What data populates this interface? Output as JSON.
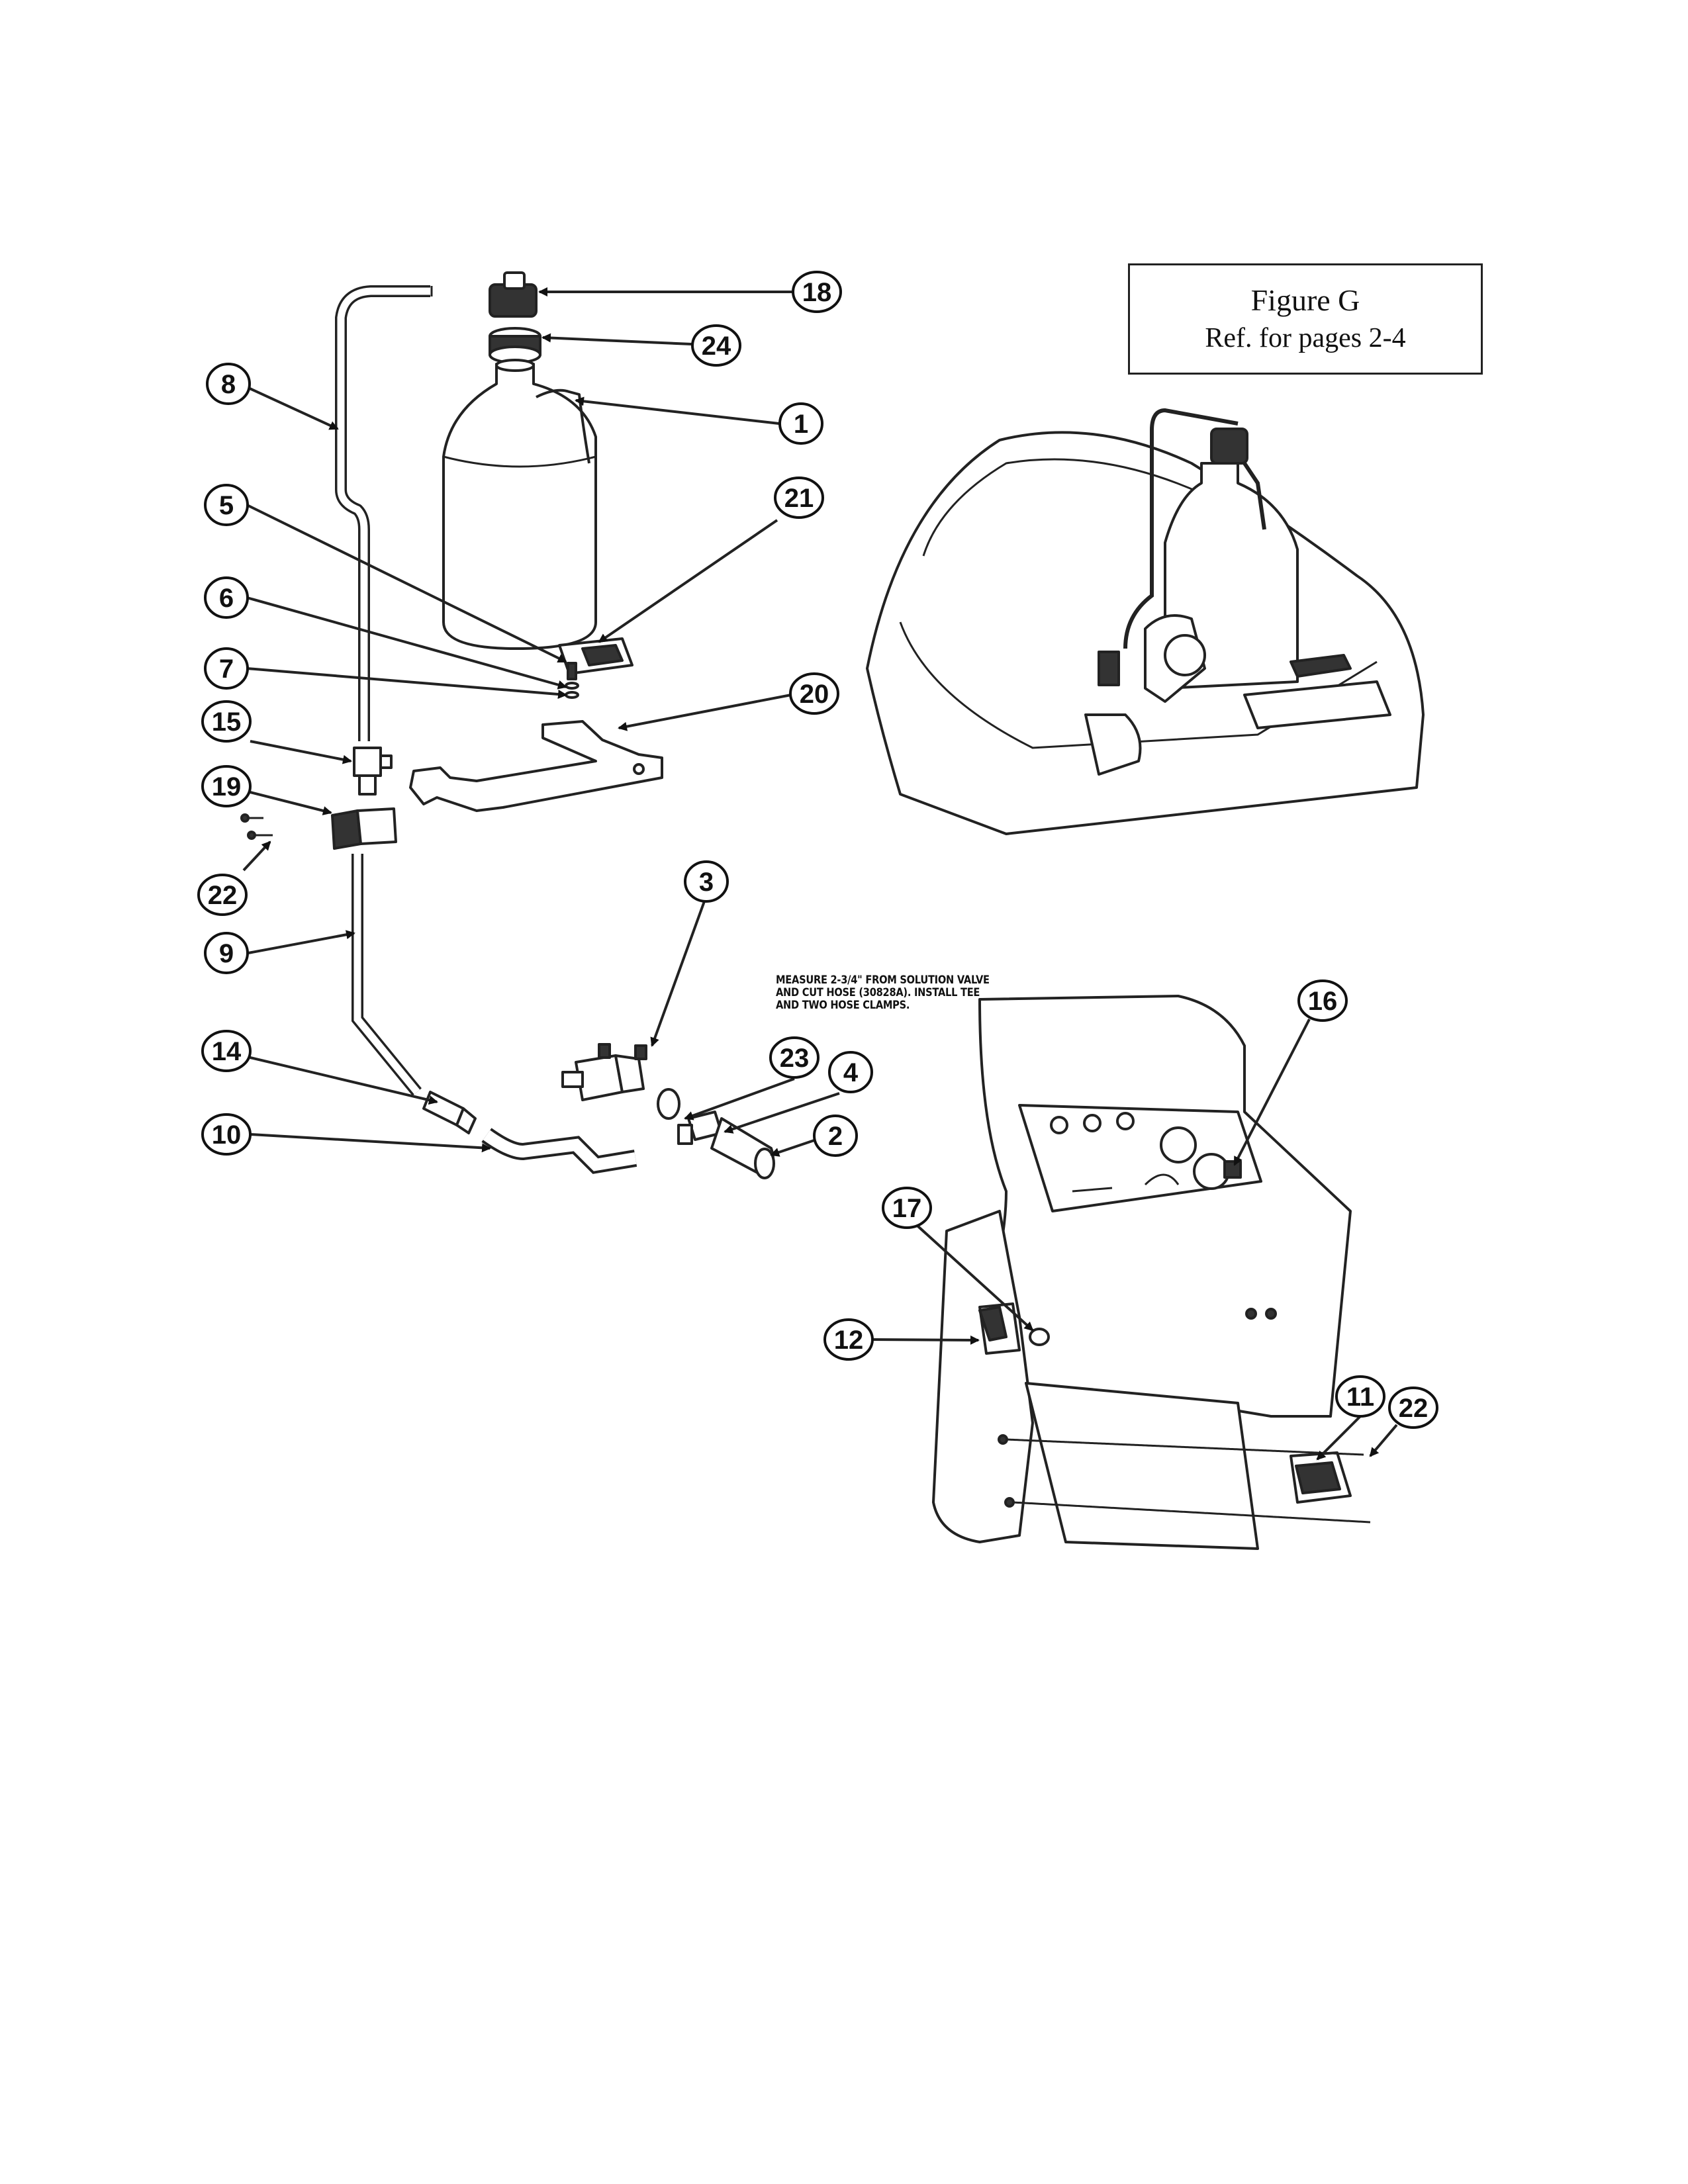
{
  "figure_title": "Figure G",
  "figure_ref": "Ref. for pages 2-4",
  "note_lines": [
    "MEASURE 2-3/4\" FROM SOLUTION VALVE",
    "AND CUT HOSE (30828A). INSTALL TEE",
    "AND TWO HOSE CLAMPS."
  ],
  "callouts": [
    {
      "label": "18"
    },
    {
      "label": "24"
    },
    {
      "label": "8"
    },
    {
      "label": "1"
    },
    {
      "label": "5"
    },
    {
      "label": "21"
    },
    {
      "label": "6"
    },
    {
      "label": "7"
    },
    {
      "label": "15"
    },
    {
      "label": "20"
    },
    {
      "label": "19"
    },
    {
      "label": "22"
    },
    {
      "label": "9"
    },
    {
      "label": "3"
    },
    {
      "label": "14"
    },
    {
      "label": "23"
    },
    {
      "label": "4"
    },
    {
      "label": "10"
    },
    {
      "label": "2"
    },
    {
      "label": "16"
    },
    {
      "label": "17"
    },
    {
      "label": "12"
    },
    {
      "label": "11"
    },
    {
      "label": "22"
    }
  ]
}
